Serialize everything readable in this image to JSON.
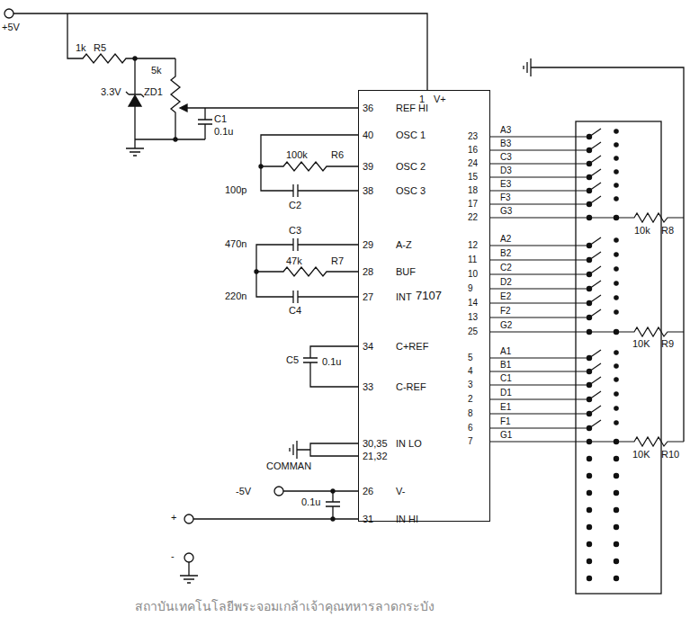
{
  "diagram": {
    "nodes": [
      {
        "text": [
          "7107"
        ]
      }
    ],
    "labels": [
      "+5V",
      "1k",
      "R5",
      "3.3V",
      "ZD1",
      "5k",
      "C1",
      "0.1u",
      "100k",
      "R6",
      "100p",
      "C2",
      "470n",
      "C3",
      "47k",
      "R7",
      "220n",
      "C4",
      "C5",
      "0.1u",
      "COMMAN",
      "-5V",
      "0.1u",
      "+",
      "-",
      "R8",
      "10k",
      "R9",
      "10K",
      "R10",
      "10K",
      "V+",
      "1",
      "REF HI",
      "OSC 1",
      "OSC 2",
      "OSC 3",
      "A-Z",
      "BUF",
      "INT",
      "C+REF",
      "C-REF",
      "IN LO",
      "V-",
      "IN HI",
      "36",
      "40",
      "39",
      "38",
      "29",
      "28",
      "27",
      "34",
      "33",
      "30,35",
      "21,32",
      "26",
      "31",
      "23",
      "A3",
      "16",
      "B3",
      "24",
      "C3",
      "15",
      "D3",
      "18",
      "E3",
      "17",
      "F3",
      "22",
      "G3",
      "12",
      "A2",
      "11",
      "B2",
      "10",
      "C2",
      "9",
      "D2",
      "14",
      "E2",
      "13",
      "F2",
      "25",
      "G2",
      "5",
      "A1",
      "4",
      "B1",
      "3",
      "C1",
      "2",
      "D1",
      "8",
      "E1",
      "6",
      "F1",
      "7",
      "G1",
      "สถาบันเทคโนโลยีพระจอมเกล้าเจ้าคุณทหารลาดกระบัง"
    ]
  }
}
